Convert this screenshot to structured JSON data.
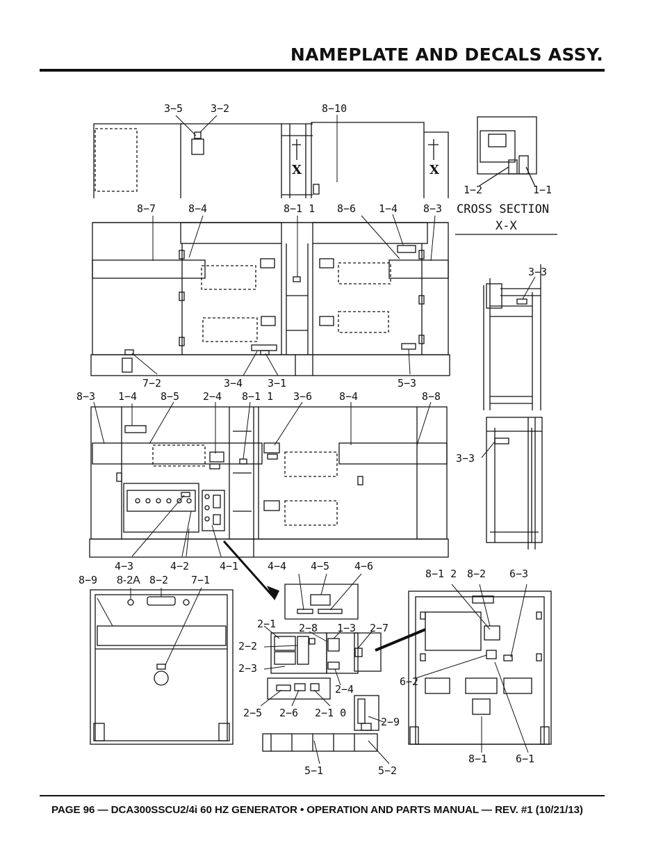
{
  "header": {
    "title": "NAMEPLATE AND DECALS ASSY."
  },
  "footer": {
    "text": "PAGE 96 — DCA300SSCU2/4i 60 HZ GENERATOR • OPERATION AND PARTS MANUAL — REV. #1 (10/21/13)"
  },
  "drawing": {
    "section_caption": "CROSS SECTION",
    "section_id": "X-X",
    "section_mark": "X",
    "callouts": {
      "c3_5": "3−5",
      "c3_2": "3−2",
      "c8_10": "8−10",
      "c1_2": "1−2",
      "c1_1": "1−1",
      "c8_7": "8−7",
      "c8_4a": "8−4",
      "c8_11a": "8−1 1",
      "c8_6": "8−6",
      "c1_4a": "1−4",
      "c8_3a": "8−3",
      "c3_3a": "3−3",
      "c7_2": "7−2",
      "c3_4": "3−4",
      "c3_1": "3−1",
      "c5_3": "5−3",
      "c8_3b": "8−3",
      "c1_4b": "1−4",
      "c8_5": "8−5",
      "c2_4a": "2−4",
      "c8_11b": "8−1 1",
      "c3_6": "3−6",
      "c8_4b": "8−4",
      "c8_8": "8−8",
      "c3_3b": "3−3",
      "c4_3": "4−3",
      "c4_2": "4−2",
      "c4_1": "4−1",
      "c4_4": "4−4",
      "c4_5": "4−5",
      "c4_6": "4−6",
      "c8_9": "8−9",
      "c8_2a": "8-2A",
      "c8_2b": "8−2",
      "c7_1": "7−1",
      "c8_12": "8−1 2",
      "c8_2c": "8−2",
      "c6_3": "6−3",
      "c2_1": "2−1",
      "c2_8": "2−8",
      "c1_3": "1−3",
      "c2_7": "2−7",
      "c2_2": "2−2",
      "c2_3": "2−3",
      "c2_4b": "2−4",
      "c6_2": "6−2",
      "c2_5": "2−5",
      "c2_6": "2−6",
      "c2_10": "2−1 0",
      "c2_9": "2−9",
      "c5_1": "5−1",
      "c5_2": "5−2",
      "c8_1": "8−1",
      "c6_1": "6−1"
    }
  }
}
